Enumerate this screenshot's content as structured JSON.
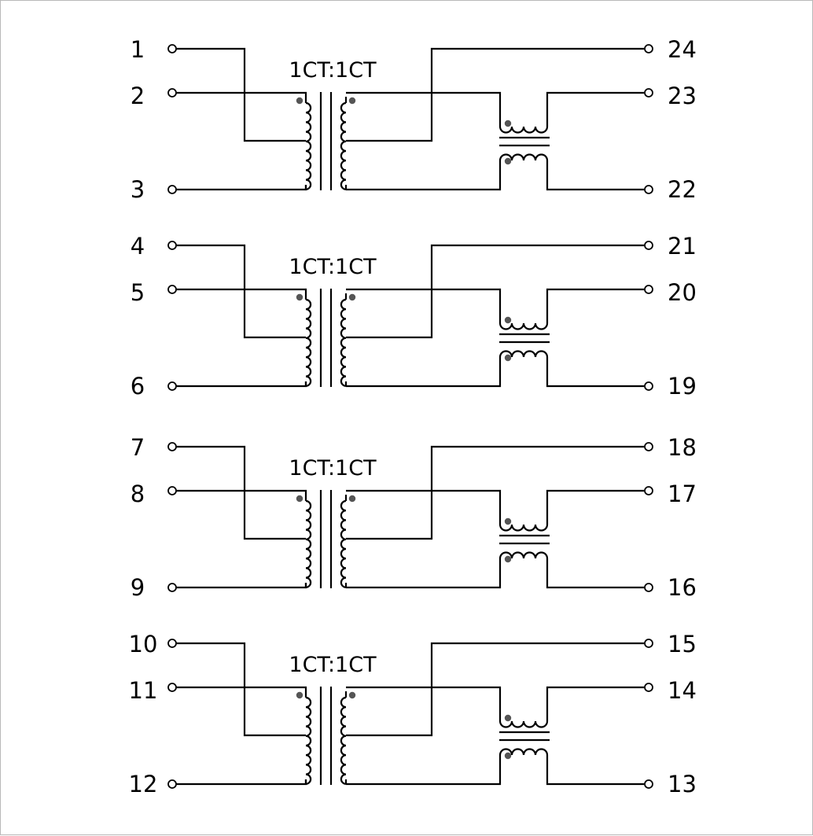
{
  "colors": {
    "line": "#000000",
    "dot": "#555555",
    "border": "#b8b8b8"
  },
  "transformers": [
    {
      "ratio": "1CT:1CT",
      "pins": {
        "p1": "1",
        "p2": "2",
        "p3": "3",
        "p4": "24",
        "p5": "23",
        "p6": "22"
      }
    },
    {
      "ratio": "1CT:1CT",
      "pins": {
        "p1": "4",
        "p2": "5",
        "p3": "6",
        "p4": "21",
        "p5": "20",
        "p6": "19"
      }
    },
    {
      "ratio": "1CT:1CT",
      "pins": {
        "p1": "7",
        "p2": "8",
        "p3": "9",
        "p4": "18",
        "p5": "17",
        "p6": "16"
      }
    },
    {
      "ratio": "1CT:1CT",
      "pins": {
        "p1": "10",
        "p2": "11",
        "p3": "12",
        "p4": "15",
        "p5": "14",
        "p6": "13"
      }
    }
  ]
}
